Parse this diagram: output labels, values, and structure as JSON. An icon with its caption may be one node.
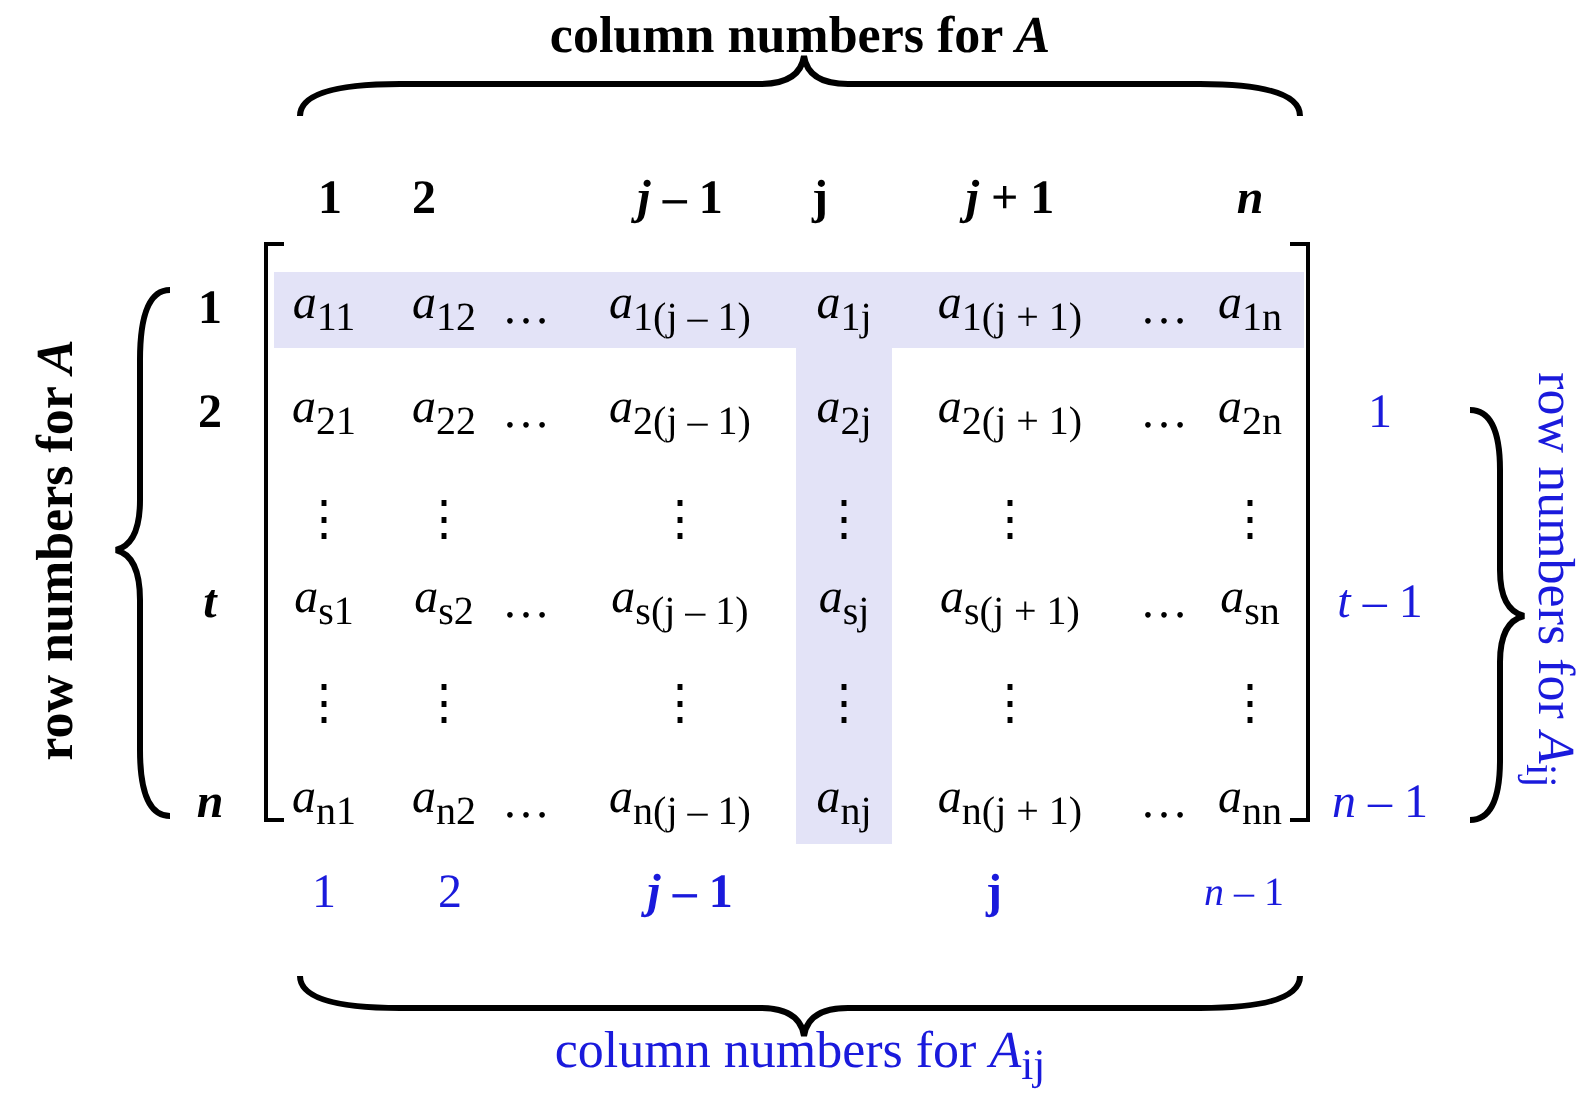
{
  "diagram": {
    "labels": [
      "column numbers for *A*",
      "1",
      "2",
      "*j* – 1",
      "j",
      "*j* + 1",
      "*n*",
      "row numbers for *A*",
      "1",
      "*a*$_{11}$",
      "*a*$_{12}$",
      "…",
      "*a*$_{1(j – 1)}$",
      "*a*$_{1j}$",
      "*a*$_{1(j + 1)}$",
      "…",
      "*a*$_{1n}$",
      "2",
      "*a*$_{21}$",
      "*a*$_{22}$",
      "…",
      "*a*$_{2(j – 1)}$",
      "*a*$_{2j}$",
      "*a*$_{2(j + 1)}$",
      "…",
      "*a*$_{2n}$",
      "1",
      "⋮",
      "⋮",
      "⋮",
      "⋮",
      "⋮",
      "⋮",
      "*t*",
      "*a*$_{s1}$",
      "*a*$_{s2}$",
      "…",
      "*a*$_{s(j – 1)}$",
      "*a*$_{sj}$",
      "*a*$_{s(j + 1)}$",
      "…",
      "*a*$_{sn}$",
      "*t* – 1",
      "⋮",
      "⋮",
      "⋮",
      "⋮",
      "⋮",
      "⋮",
      "*n*",
      "*a*$_{n1}$",
      "*a*$_{n2}$",
      "…",
      "*a*$_{n(j – 1)}$",
      "*a*$_{nj}$",
      "*a*$_{n(j + 1)}$",
      "…",
      "*a*$_{nn}$",
      "*n* – 1",
      "1",
      "2",
      "*j* – 1",
      "j",
      "*n* – 1",
      "column numbers for *A*$_{ij}$",
      "row numbers for *A*$_{ij}$"
    ]
  }
}
